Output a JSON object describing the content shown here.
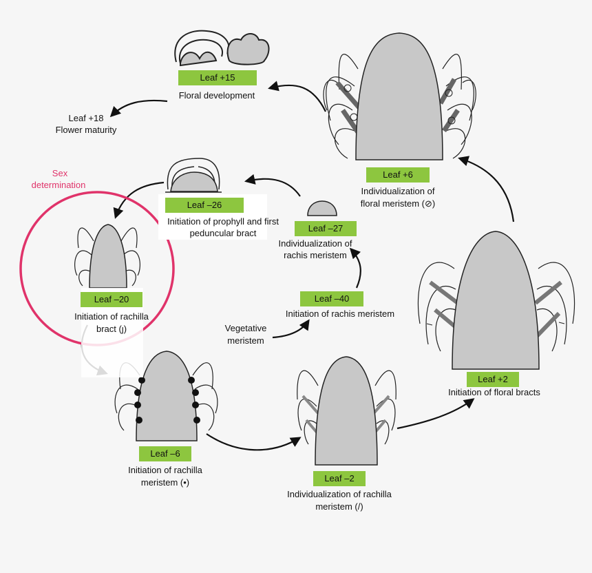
{
  "colors": {
    "tag_bg": "#8dc63f",
    "sex_circle": "#e0336a",
    "meristem_fill": "#c8c8c8",
    "bract_stroke": "#7a7a7a"
  },
  "icons": [
    "arrow-icon",
    "meristem-icon",
    "flower-icon",
    "dot-icon",
    "stroke-icon",
    "hook-icon",
    "circle-icon"
  ],
  "sex_label": {
    "line1": "Sex",
    "line2": "determination"
  },
  "stages": {
    "leaf_plus15": {
      "tag": "Leaf +15",
      "caption1": "Floral development"
    },
    "leaf_plus18": {
      "line1": "Leaf +18",
      "line2": "Flower maturity"
    },
    "leaf_plus6": {
      "tag": "Leaf +6",
      "caption1": "Individualization of",
      "caption2": "floral meristem  (⊘)"
    },
    "leaf_plus2": {
      "tag": "Leaf +2",
      "caption1": "Initiation of floral bracts"
    },
    "leaf_minus2": {
      "tag": "Leaf –2",
      "caption1": "Individualization of rachilla",
      "caption2": "meristem (/)"
    },
    "leaf_minus6": {
      "tag": "Leaf –6",
      "caption1": "Initiation of rachilla",
      "caption2": "meristem (•)"
    },
    "leaf_minus20": {
      "tag": "Leaf –20",
      "caption1": "Initiation of rachilla",
      "caption2": "bract (ȷ)"
    },
    "leaf_minus26": {
      "tag": "Leaf –26",
      "caption1": "Initiation of prophyll and first",
      "caption2": "peduncular bract"
    },
    "leaf_minus27": {
      "tag": "Leaf –27",
      "caption1": "Individualization of",
      "caption2": "rachis meristem"
    },
    "leaf_minus40": {
      "tag": "Leaf –40",
      "caption1": "Initiation of rachis meristem"
    },
    "vegetative": {
      "line1": "Vegetative",
      "line2": "meristem"
    }
  }
}
